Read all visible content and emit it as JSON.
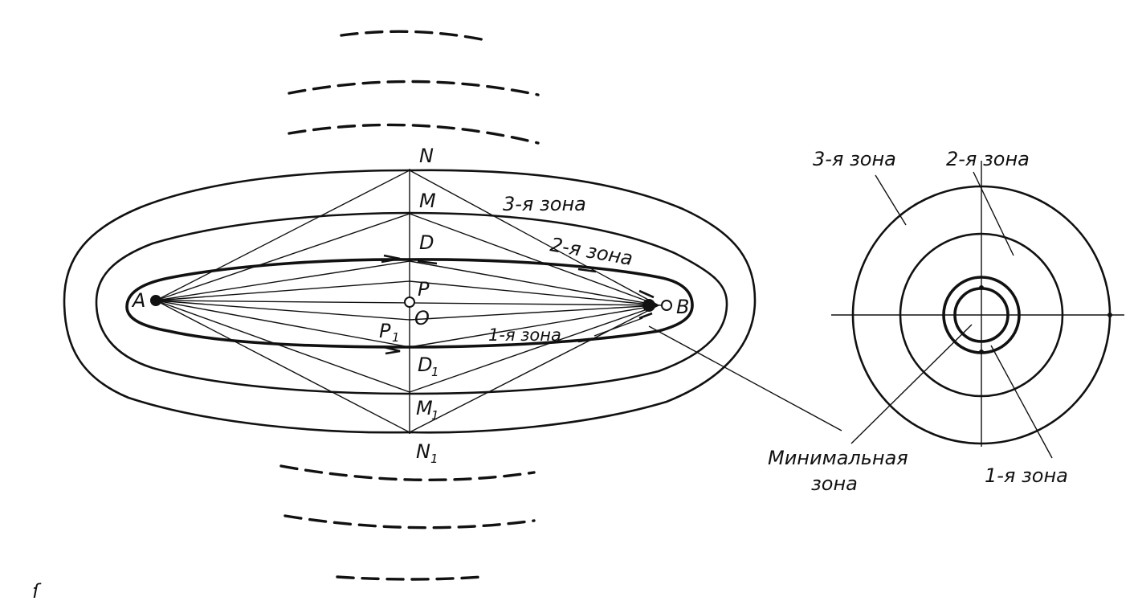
{
  "points": {
    "A": "A",
    "B": "B",
    "P": "P",
    "O": "O",
    "P1": "P",
    "P1_sub": "1",
    "N": "N",
    "M": "M",
    "D": "D",
    "D1": "D",
    "D1_sub": "1",
    "M1": "M",
    "M1_sub": "1",
    "N1": "N",
    "N1_sub": "1"
  },
  "zones": {
    "zone1": "1-я зона",
    "zone2": "2-я зона",
    "zone3": "3-я зона",
    "minimal_line1": "Минимальная",
    "minimal_line2": "зона"
  },
  "margin_mark": "ſ"
}
